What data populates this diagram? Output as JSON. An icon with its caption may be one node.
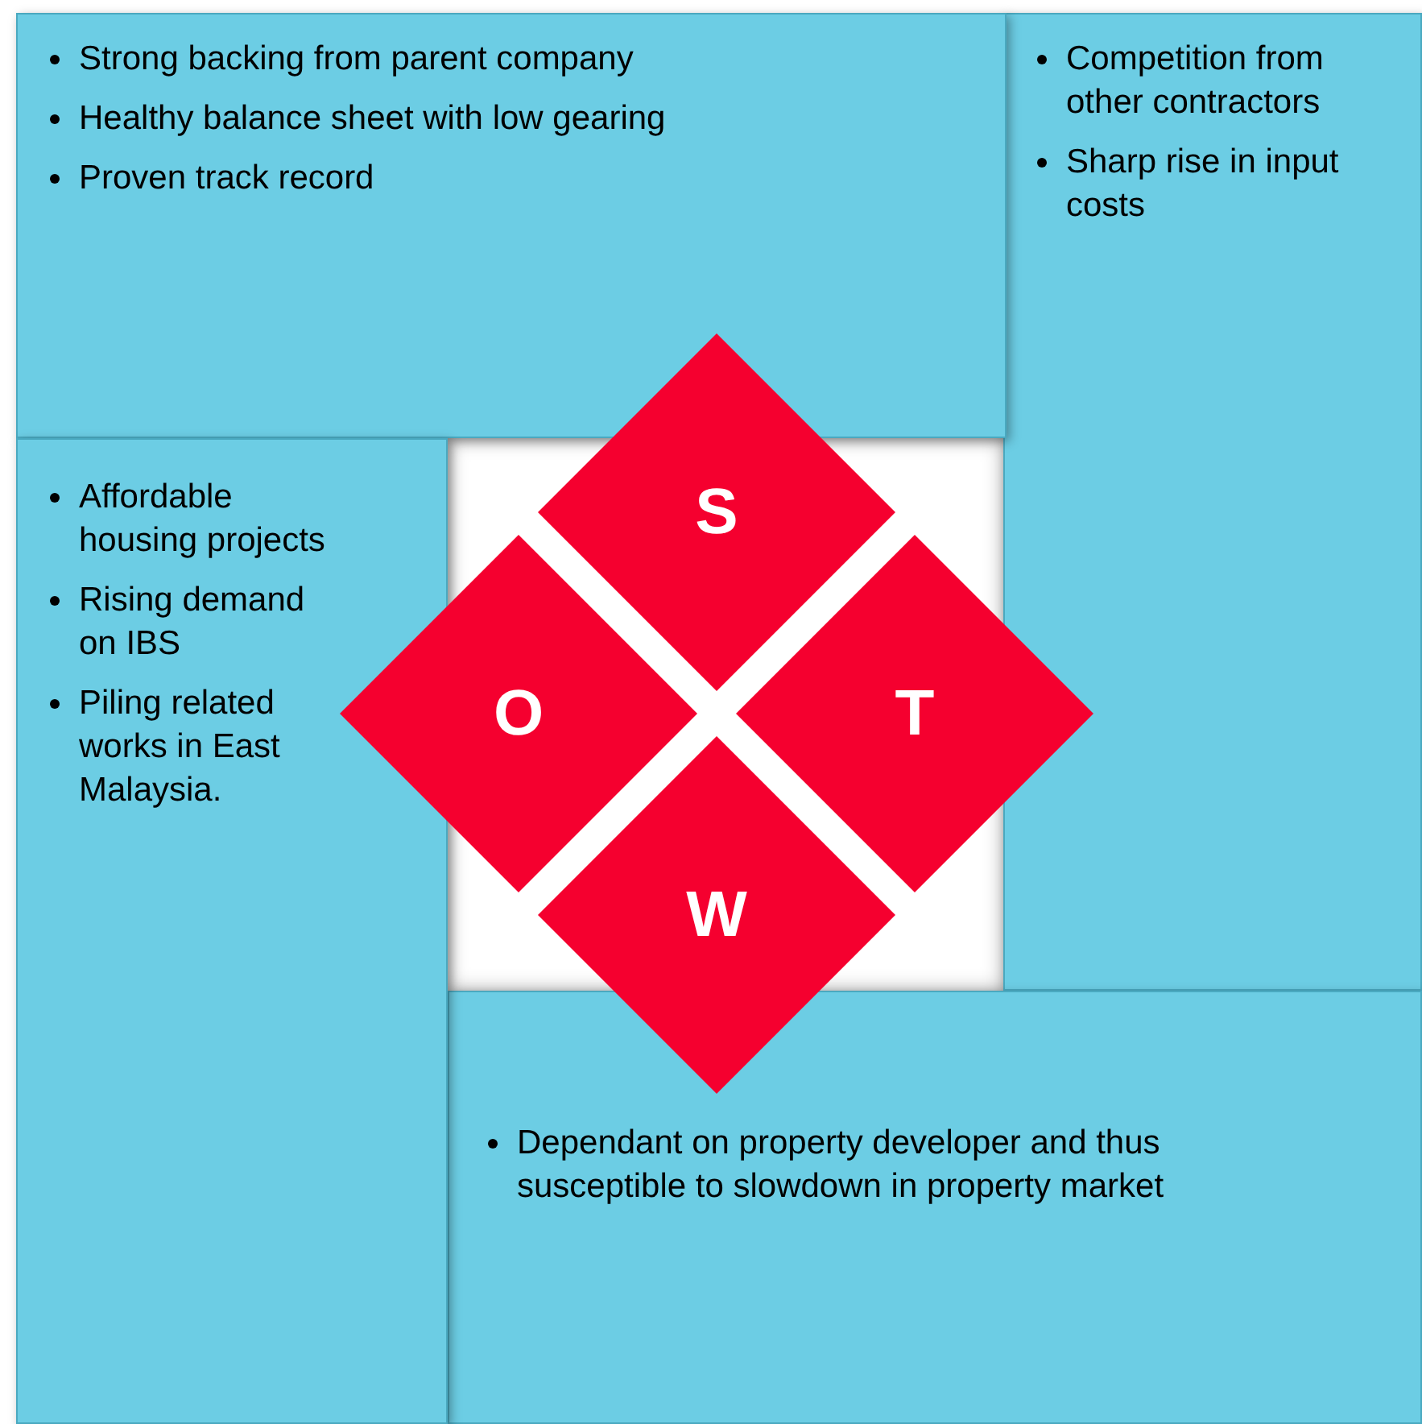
{
  "diagram": {
    "nodes": [
      {
        "text": [
          "Strong backing from parent company",
          "Healthy balance sheet with low gearing",
          "Proven track record"
        ]
      },
      {
        "text": [
          "Competition from other contractors",
          "Sharp rise in input costs"
        ]
      },
      {
        "text": [
          "S"
        ]
      },
      {
        "text": [
          "Affordable housing projects",
          "Rising demand on IBS",
          "Piling related works in East Malaysia."
        ]
      },
      {
        "text": [
          "O"
        ]
      },
      {
        "text": [
          "T"
        ]
      },
      {
        "text": [
          "W"
        ]
      },
      {
        "text": [
          "Dependant on property developer and thus susceptible to slowdown in property market"
        ]
      }
    ]
  }
}
